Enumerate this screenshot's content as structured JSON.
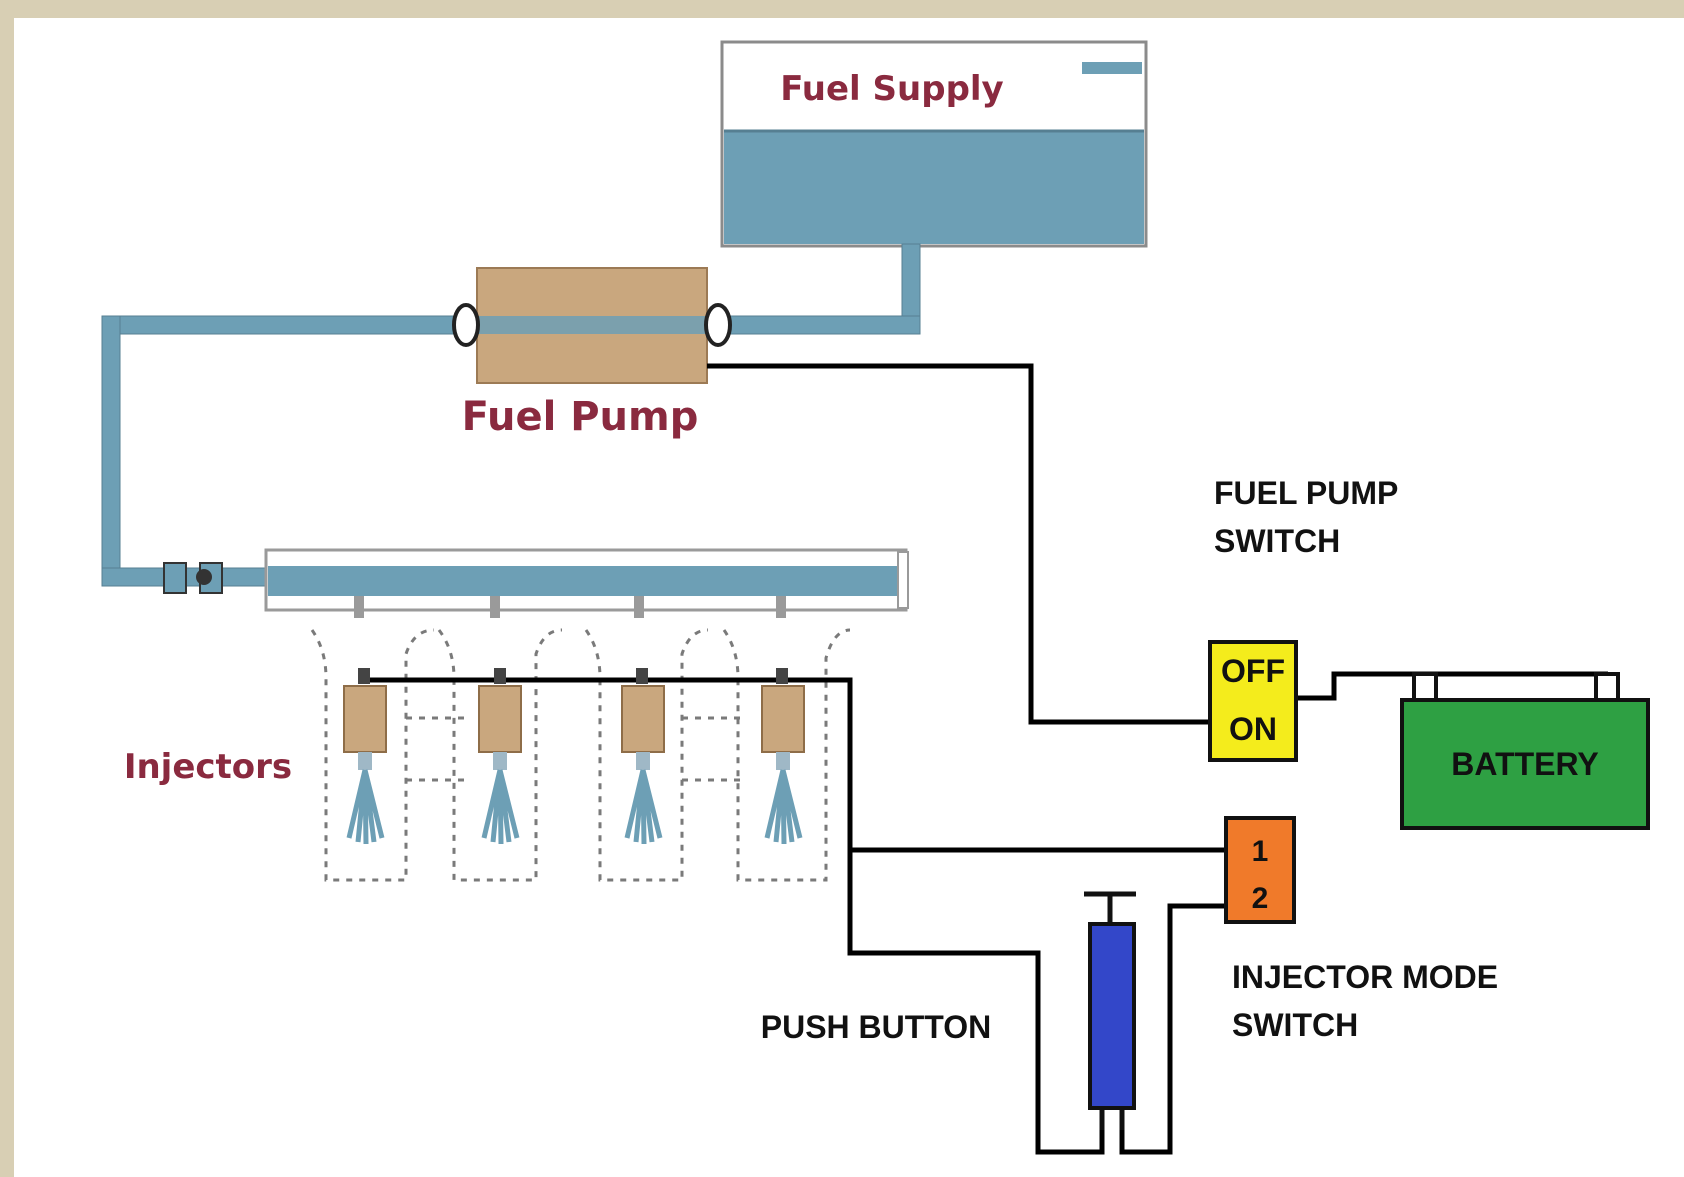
{
  "diagram": {
    "labels": {
      "fuel_supply": "Fuel Supply",
      "fuel_pump": "Fuel Pump",
      "injectors": "Injectors",
      "fuel_pump_switch_line1": "FUEL PUMP",
      "fuel_pump_switch_line2": "SWITCH",
      "switch_off": "OFF",
      "switch_on": "ON",
      "battery": "BATTERY",
      "mode_1": "1",
      "mode_2": "2",
      "injector_mode_line1": "INJECTOR MODE",
      "injector_mode_line2": "SWITCH",
      "push_button": "PUSH BUTTON"
    },
    "colors": {
      "page_border": "#d8cfb4",
      "fuel": "#6d9fb5",
      "pump_body": "#c9a77e",
      "label_maroon": "#8a2a3f",
      "switch_yellow": "#f4ec1c",
      "battery_green": "#2ea043",
      "mode_switch_orange": "#f07a2a",
      "push_button_blue": "#3347c9",
      "wire": "#000000"
    }
  }
}
